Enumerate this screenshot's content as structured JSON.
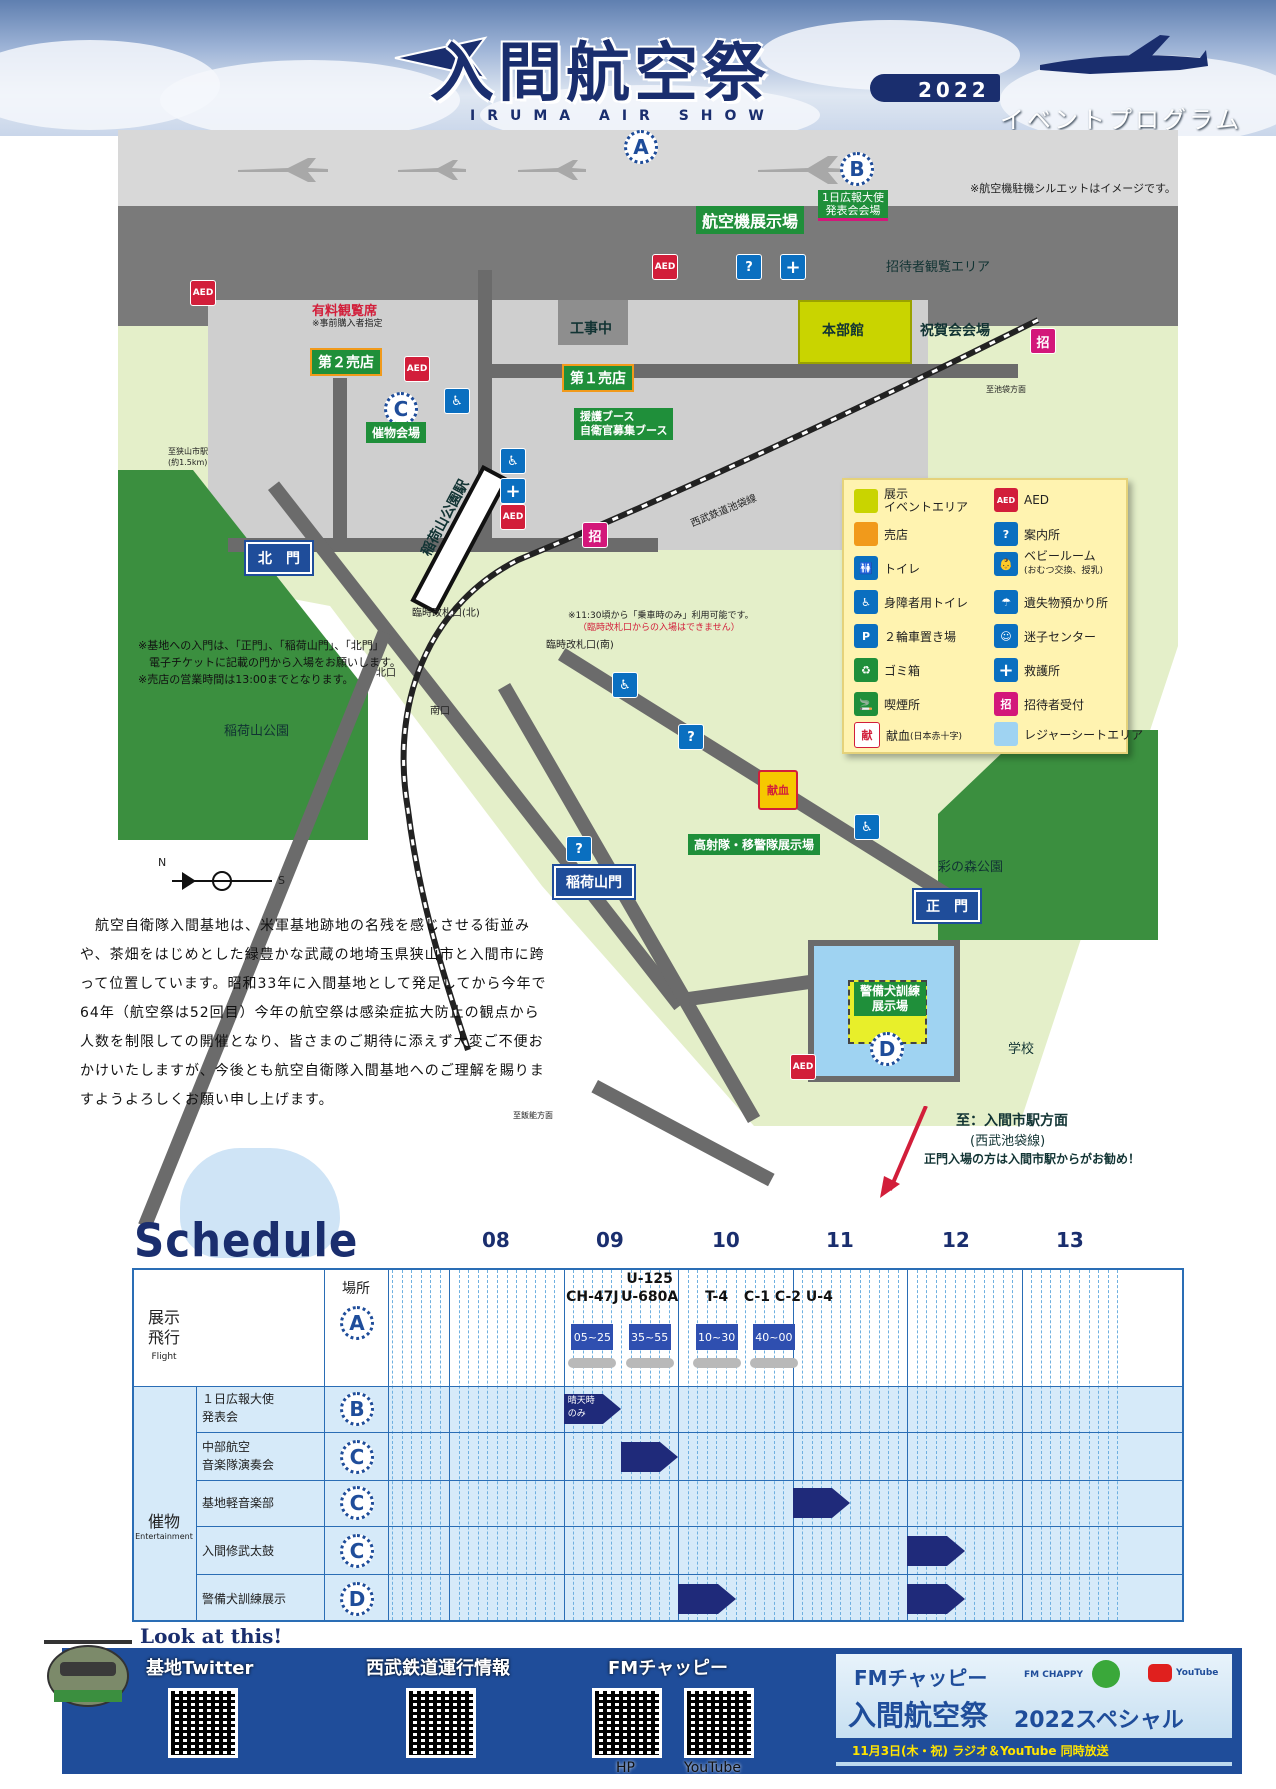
{
  "header": {
    "title": "入間航空祭",
    "subtitle": "IRUMA AIR SHOW",
    "year": "2022",
    "program": "イベントプログラム"
  },
  "map": {
    "silhouette_note": "※航空機駐機シルエットはイメージです。",
    "aircraft_display": "航空機展示場",
    "ambassador_venue": "1日広報大使\n発表会会場",
    "guest_area": "招待者観覧エリア",
    "paid_seats": "有料観覧席",
    "paid_seats_note": "※事前購入者指定",
    "construction": "工事中",
    "headquarters": "本部館",
    "reception_hall": "祝賀会会場",
    "shop2": "第２売店",
    "shop1": "第１売店",
    "booth": "援護ブース\n自衛官募集ブース",
    "exhibit_hall": "催物会場",
    "to_sayama": "至狭山市駅\n(約1.5km)",
    "to_ikebukuro": "至池袋方面",
    "to_hanno": "至飯能方面",
    "seibu_line": "西武鉄道池袋線",
    "north_gate": "北　門",
    "inariyama_gate": "稲荷山門",
    "main_gate": "正　門",
    "station": "稲荷山公園駅",
    "temp_exit_north": "臨時改札口(北)",
    "temp_exit_south": "臨時改札口(南)",
    "kita_guchi": "北口",
    "minami_guchi": "南口",
    "exit_note_1": "※11:30頃から「乗車時のみ」利用可能です。",
    "exit_note_2": "（臨時改札口からの入場はできません）",
    "inariyama_park": "稲荷山公園",
    "irodori_park": "彩の森公園",
    "school": "学校",
    "rescue_display": "高射隊・移警隊展示場",
    "dog_display": "警備犬訓練\n展示場",
    "to_iruma_station": "至：入間市駅方面",
    "to_iruma_line": "(西武池袋線)",
    "recommend": "正門入場の方は入間市駅からがお勧め！",
    "compass_n": "N",
    "compass_s": "S",
    "gate_notes": [
      "※基地への入門は、「正門」、「稲荷山門」、「北門」",
      "　電子チケットに記載の門から入場をお願いします。",
      "※売店の営業時間は13:00までとなります。"
    ],
    "markers": {
      "a": "A",
      "b": "B",
      "c": "C",
      "d": "D"
    },
    "icons": {
      "aed": "AED",
      "info": "?",
      "recruit": "招",
      "blood": "献血",
      "first_aid": "+",
      "toilet": "トイレ",
      "accessible": "♿",
      "smoking": "喫煙"
    }
  },
  "legend": {
    "items": [
      {
        "label": "展示\nイベントエリア",
        "color": "#c9d400",
        "icon": "event-area"
      },
      {
        "label": "AED",
        "color": "#d21e3a",
        "icon": "aed-icon"
      },
      {
        "label": "売店",
        "color": "#f19a1b",
        "icon": "shop-area"
      },
      {
        "label": "案内所",
        "color": "#0a6fc0",
        "icon": "info-icon"
      },
      {
        "label": "トイレ",
        "color": "#0a6fc0",
        "icon": "toilet-icon"
      },
      {
        "label": "ベビールーム",
        "sub": "(おむつ交換、授乳)",
        "color": "#0a6fc0",
        "icon": "baby-room-icon"
      },
      {
        "label": "身障者用トイレ",
        "color": "#0a6fc0",
        "icon": "accessible-toilet-icon"
      },
      {
        "label": "遺失物預かり所",
        "color": "#0a6fc0",
        "icon": "lost-found-icon"
      },
      {
        "label": "２輪車置き場",
        "color": "#0a6fc0",
        "icon": "bike-parking-icon"
      },
      {
        "label": "迷子センター",
        "color": "#0a6fc0",
        "icon": "lost-child-icon"
      },
      {
        "label": "ゴミ箱",
        "color": "#1f8f3a",
        "icon": "trash-icon"
      },
      {
        "label": "救護所",
        "color": "#0a6fc0",
        "icon": "first-aid-icon"
      },
      {
        "label": "喫煙所",
        "color": "#1f8f3a",
        "icon": "smoking-icon"
      },
      {
        "label": "招待者受付",
        "color": "#d3177a",
        "icon": "guest-reception-icon"
      },
      {
        "label": "献血",
        "sub": "(日本赤十字)",
        "color": "#ffffff",
        "icon": "blood-donation-icon"
      },
      {
        "label": "レジャーシートエリア",
        "color": "#9fd3f2",
        "icon": "leisure-sheet-area"
      }
    ],
    "text": {
      "aed_sym": "AED",
      "info_sym": "?",
      "plus_sym": "+",
      "recruit_sym": "招",
      "blood_sym": "献",
      "p_sym": "P"
    }
  },
  "intro": "　航空自衛隊入間基地は、米軍基地跡地の名残を感じさせる街並みや、茶畑をはじめとした緑豊かな武蔵の地埼玉県狭山市と入間市に跨って位置しています。昭和33年に入間基地として発足してから今年で64年（航空祭は52回目）今年の航空祭は感染症拡大防止の観点から人数を制限しての開催となり、皆さまのご期待に添えず大変ご不便おかけいたしますが、今後とも航空自衛隊入間基地へのご理解を賜りますようよろしくお願い申し上げます。",
  "schedule": {
    "title": "Schedule",
    "hours": [
      "08",
      "09",
      "10",
      "11",
      "12",
      "13"
    ],
    "place_header": "場所",
    "flight_category": "展示\n飛行",
    "flight_category_en": "Flight",
    "event_category": "催物",
    "event_category_en": "Entertainment",
    "flights": [
      {
        "name": "CH-47J",
        "time": "05~25",
        "start": 9.08,
        "end": 9.42
      },
      {
        "name": "U-125\nU-680A",
        "time": "35~55",
        "start": 9.58,
        "end": 9.92
      },
      {
        "name": "T-4",
        "time": "10~30",
        "start": 10.17,
        "end": 10.5
      },
      {
        "name": "C-1 C-2 U-4",
        "time": "40~00",
        "start": 10.67,
        "end": 11.0
      }
    ],
    "events": [
      {
        "label": "１日広報大使\n発表会",
        "place": "B",
        "start": 9.0,
        "end": 9.5,
        "note": "晴天時\nのみ"
      },
      {
        "label": "中部航空\n音楽隊演奏会",
        "place": "C",
        "start": 9.5,
        "end": 10.0
      },
      {
        "label": "基地軽音楽部",
        "place": "C",
        "start": 11.0,
        "end": 11.5
      },
      {
        "label": "入間修武太鼓",
        "place": "C",
        "start": 12.0,
        "end": 12.5
      },
      {
        "label": "警備犬訓練展示",
        "place": "D",
        "start": 10.0,
        "end": 10.5,
        "start2": 12.0,
        "end2": 12.5
      }
    ],
    "flight_place": "A"
  },
  "footer": {
    "look": "Look at this!",
    "qr": [
      {
        "title": "基地Twitter",
        "sub": ""
      },
      {
        "title": "西武鉄道運行情報",
        "sub": ""
      },
      {
        "title": "FMチャッピー",
        "sub": "HP"
      },
      {
        "title": "",
        "sub": "YouTube"
      }
    ],
    "banner": {
      "line1": "FMチャッピー",
      "brand": "FM CHAPPY",
      "yt": "YouTube",
      "line2": "入間航空祭",
      "line2b": "2022スペシャル",
      "date": "11月3日(木・祝) ラジオ＆YouTube 同時放送"
    }
  }
}
